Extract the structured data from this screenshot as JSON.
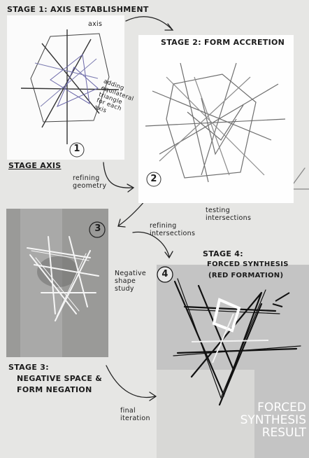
{
  "stage1": {
    "title": "STAGE 1: AXIS ESTABLISHMENT",
    "axis_label": "axis",
    "note": "adding equilateral triangle for each axis",
    "number": "1",
    "stage_axis": "STAGE AXIS"
  },
  "stage2": {
    "title": "STAGE 2: FORM ACCRETION",
    "number": "2",
    "refining_geometry": "refining geometry",
    "testing_intersections": "testing intersections"
  },
  "stage3": {
    "number": "3",
    "refining_intersections": "refining intersections",
    "negative_shape_study": "Negative shape study",
    "title_line1": "STAGE 3:",
    "title_line2": "NEGATIVE SPACE &",
    "title_line3": "FORM NEGATION",
    "final_iteration": "final iteration"
  },
  "stage4": {
    "number": "4",
    "title_line1": "STAGE 4:",
    "title_line2": "FORCED SYNTHESIS",
    "title_line3": "(RED FORMATION)"
  },
  "result": {
    "line1": "FORCED",
    "line2": "SYNTHESIS",
    "line3": "RESULT"
  }
}
